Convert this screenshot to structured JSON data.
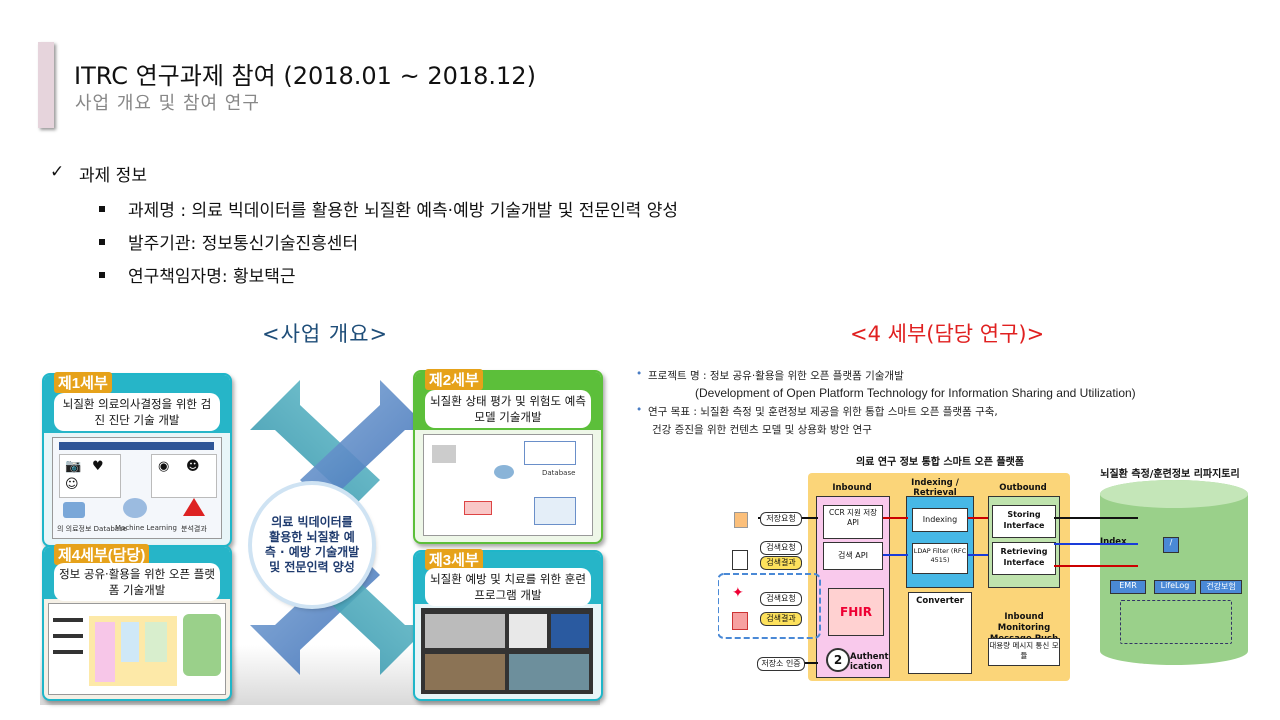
{
  "slide": {
    "title": "ITRC 연구과제 참여 (2018.01   ~ 2018.12)",
    "subtitle": "사업 개요 및 참여 연구"
  },
  "info": {
    "check_label": "과제 정보",
    "items": [
      "과제명 :  의료 빅데이터를 활용한 뇌질환 예측·예방 기술개발 및 전문인력 양성",
      "발주기관: 정보통신기술진흥센터",
      "연구책임자명: 황보택근"
    ]
  },
  "left": {
    "heading": "<사업 개요>",
    "center": "의료 빅데이터를 활용한 뇌질환 예측 · 예방 기술개발 및 전문인력 양성",
    "panels": [
      {
        "tag": "제1세부",
        "desc": "뇌질환 의료의사결정을 위한 검진 진단 기술 개발",
        "color": "#1fb6c9"
      },
      {
        "tag": "제2세부",
        "desc": "뇌질환 상태 평가 및 위험도 예측 모델 기술개발",
        "color": "#5cbf3a"
      },
      {
        "tag": "제3세부",
        "desc": "뇌질환 예방 및 치료를 위한 훈련 프로그램 개발",
        "color": "#1fb6c9"
      },
      {
        "tag": "제4세부(담당)",
        "desc": "정보 공유·활용을 위한 오픈 플랫폼 기술개발",
        "color": "#1fb6c9"
      }
    ],
    "p1_labels": [
      "의 의료정보 Database",
      "Machine Learning",
      "분석결과"
    ],
    "p2_label": "Database"
  },
  "right": {
    "heading": "<4 세부(담당 연구)>",
    "project_line1": "프로젝트 명 : 정보 공유·활용을 위한 오픈 플랫폼 기술개발",
    "project_line2": "(Development of Open Platform Technology for Information Sharing and Utilization)",
    "goal_line1": "연구 목표 : 뇌질환 측정 및 훈련정보 제공을 위한 통합 스마트 오픈 플랫폼 구축,",
    "goal_line2": "건강 증진을 위한 컨텐츠 모델 및 상용화 방안 연구",
    "platform_title": "의료 연구 정보 통합 스마트 오픈 플랫폼",
    "repo_title": "뇌질환 측정/훈련정보 리파지토리",
    "inbound": "Inbound",
    "indexing": "Indexing / Retrieval",
    "outbound": "Outbound",
    "ccr_api": "CCR 지원 저장 API",
    "search_api": "검색 API",
    "indexing_box": "Indexing",
    "ldap": "LDAP Filter (RFC 4515)",
    "storing": "Storing Interface",
    "retrieving": "Retrieving Interface",
    "converter": "Converter",
    "inbound_monitor": "Inbound Monitoring Message Push",
    "msg_module": "대용량 메시지 통신 모듈",
    "auth": "Authent ication",
    "fhir": "FHIR",
    "index_label": "Index",
    "repo_items": [
      "EMR",
      "LifeLog",
      "건강보험"
    ],
    "left_labels": [
      "저장요청",
      "검색요청",
      "검색결과",
      "검색요청",
      "검색결과",
      "저장소 인증"
    ]
  }
}
